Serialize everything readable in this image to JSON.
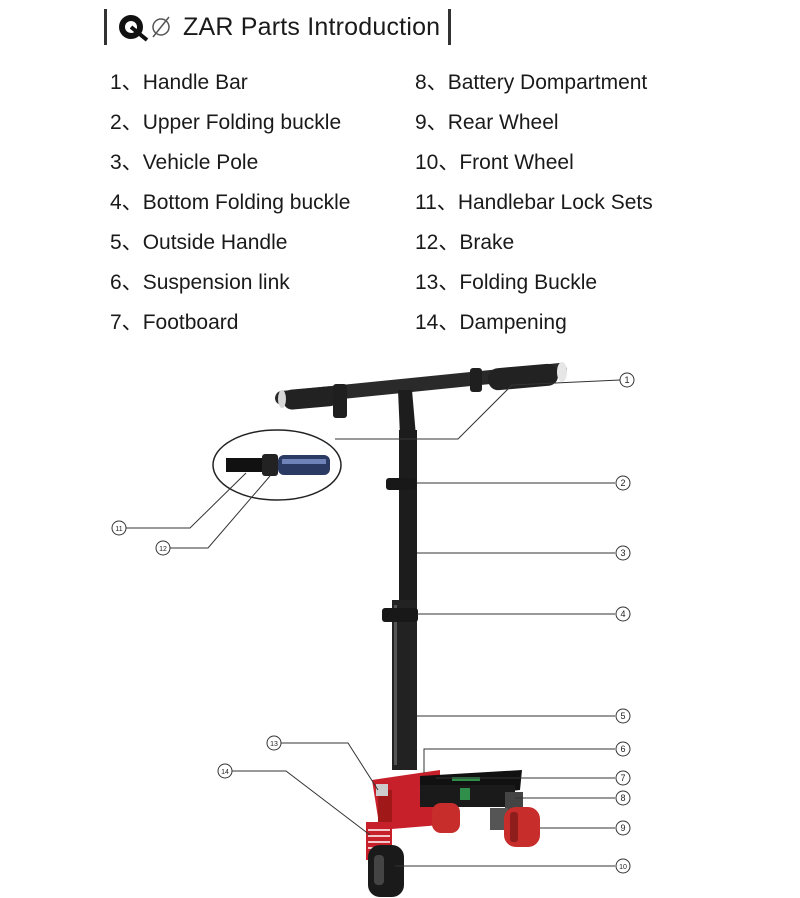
{
  "title": "ZAR Parts Introduction",
  "legend_left": [
    {
      "num": "1、",
      "label": "Handle Bar"
    },
    {
      "num": "2、",
      "label": "Upper Folding buckle"
    },
    {
      "num": "3、",
      "label": "Vehicle Pole"
    },
    {
      "num": "4、",
      "label": "Bottom Folding buckle"
    },
    {
      "num": "5、",
      "label": "Outside Handle"
    },
    {
      "num": "6、",
      "label": "Suspension link"
    },
    {
      "num": "7、",
      "label": "Footboard"
    }
  ],
  "legend_right": [
    {
      "num": "8、",
      "label": "Battery Dompartment"
    },
    {
      "num": "9、",
      "label": "Rear Wheel"
    },
    {
      "num": "10、",
      "label": "Front Wheel"
    },
    {
      "num": "11、",
      "label": "Handlebar Lock Sets"
    },
    {
      "num": "12、",
      "label": "Brake"
    },
    {
      "num": "13、",
      "label": "Folding Buckle"
    },
    {
      "num": "14、",
      "label": "Dampening"
    }
  ],
  "callouts": [
    "1",
    "2",
    "3",
    "4",
    "5",
    "6",
    "7",
    "8",
    "9",
    "10",
    "11",
    "12",
    "13",
    "14"
  ],
  "colors": {
    "frame": "#c8202a",
    "pole": "#1b1b1b",
    "wheel_red": "#c72d2a",
    "grip": "#222222"
  }
}
